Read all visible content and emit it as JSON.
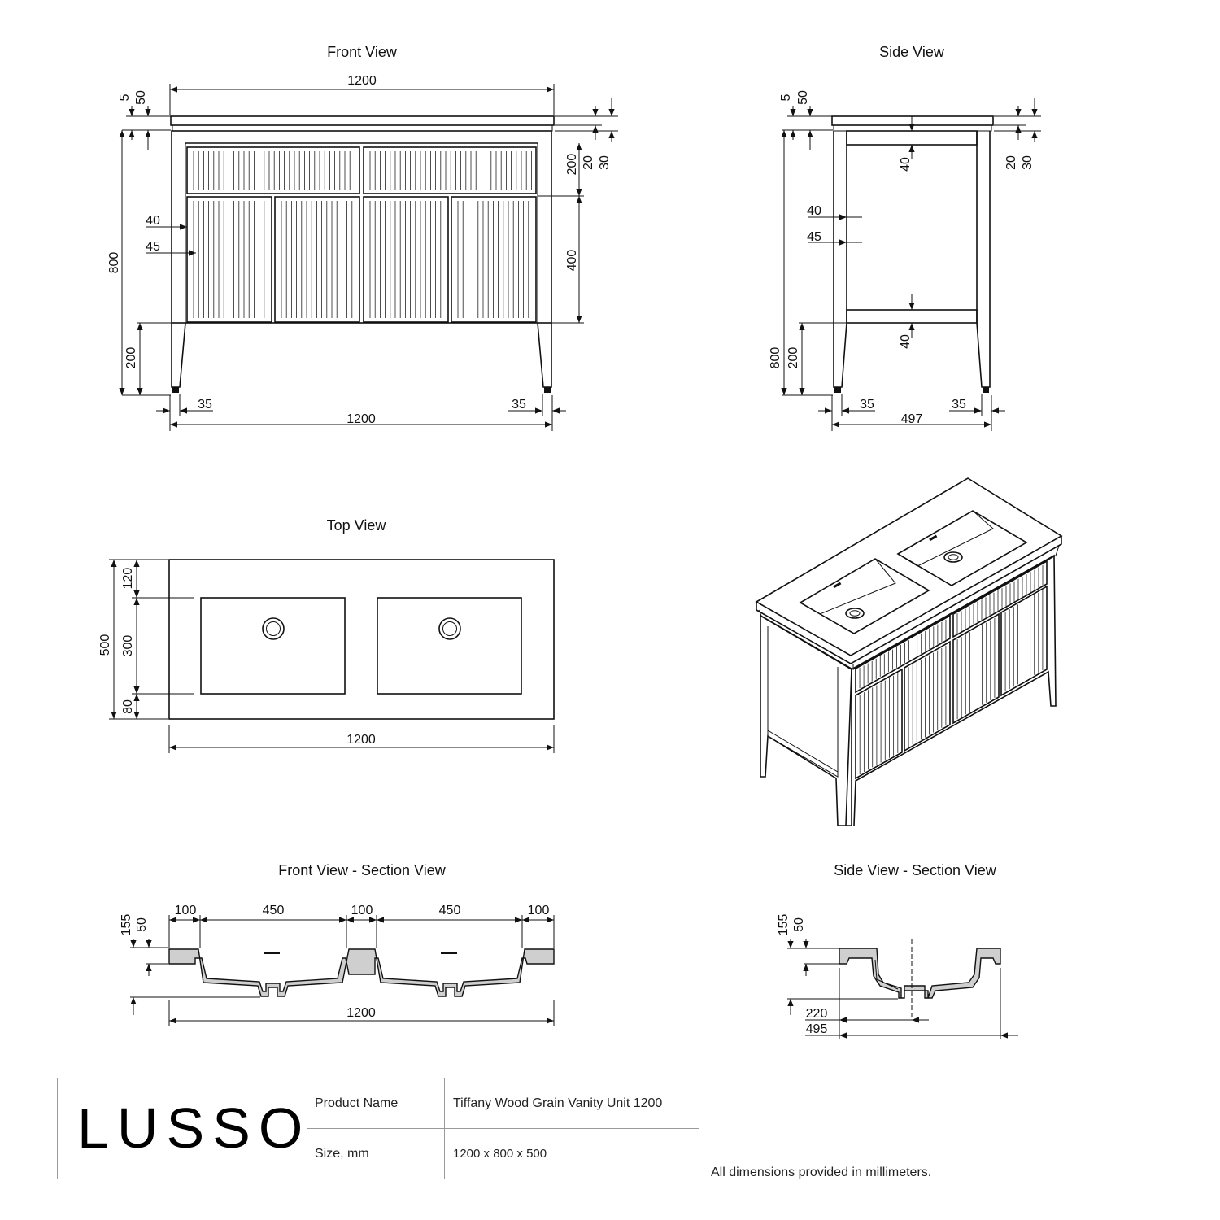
{
  "views": {
    "front": "Front View",
    "side": "Side View",
    "top": "Top View",
    "front_section": "Front View - Section View",
    "side_section": "Side View - Section View"
  },
  "dims": {
    "front": {
      "width_top": "1200",
      "width_bottom": "1200",
      "top_5": "5",
      "top_50": "50",
      "h800": "800",
      "h200": "200",
      "d40": "40",
      "d45": "45",
      "r200": "200",
      "r400": "400",
      "r20": "20",
      "r30": "30",
      "leg_left": "35",
      "leg_right": "35"
    },
    "side": {
      "top_5": "5",
      "top_50": "50",
      "h800": "800",
      "h200": "200",
      "d40a": "40",
      "d45": "45",
      "v40_top": "40",
      "v40_bottom": "40",
      "r20": "20",
      "r30": "30",
      "leg_left": "35",
      "leg_right": "35",
      "depth": "497"
    },
    "top": {
      "d500": "500",
      "d120": "120",
      "d300": "300",
      "d80": "80",
      "width": "1200"
    },
    "front_section": {
      "a100": "100",
      "a450": "450",
      "b100": "100",
      "b450": "450",
      "c100": "100",
      "h155": "155",
      "h50": "50",
      "width": "1200"
    },
    "side_section": {
      "h155": "155",
      "h50": "50",
      "d220": "220",
      "d495": "495"
    }
  },
  "titleblock": {
    "logo": "LUSSO",
    "product_label": "Product Name",
    "product_value": "Tiffany Wood Grain Vanity Unit 1200",
    "size_label": "Size, mm",
    "size_value": "1200 x 800 x 500"
  },
  "note": "All dimensions provided in millimeters."
}
